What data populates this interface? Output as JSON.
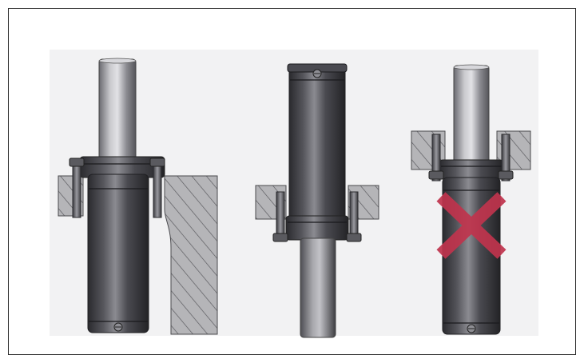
{
  "figure": {
    "panels": [
      {
        "id": "correct-mount-flange-left",
        "status": "ok"
      },
      {
        "id": "correct-mount-flange-center",
        "status": "ok"
      },
      {
        "id": "incorrect-mount-flange-right",
        "status": "wrong"
      }
    ],
    "colors": {
      "border": "#2b2b2b",
      "section_fill": "#b5b5b8",
      "hatch": "#5c5c60",
      "body_dark": "#3c3c40",
      "body_mid": "#6e6e73",
      "body_light": "#9a9aa0",
      "rod_light": "#c9c9cd",
      "cross": "#c0344d"
    },
    "icons": [
      "cross-mark-icon"
    ]
  }
}
